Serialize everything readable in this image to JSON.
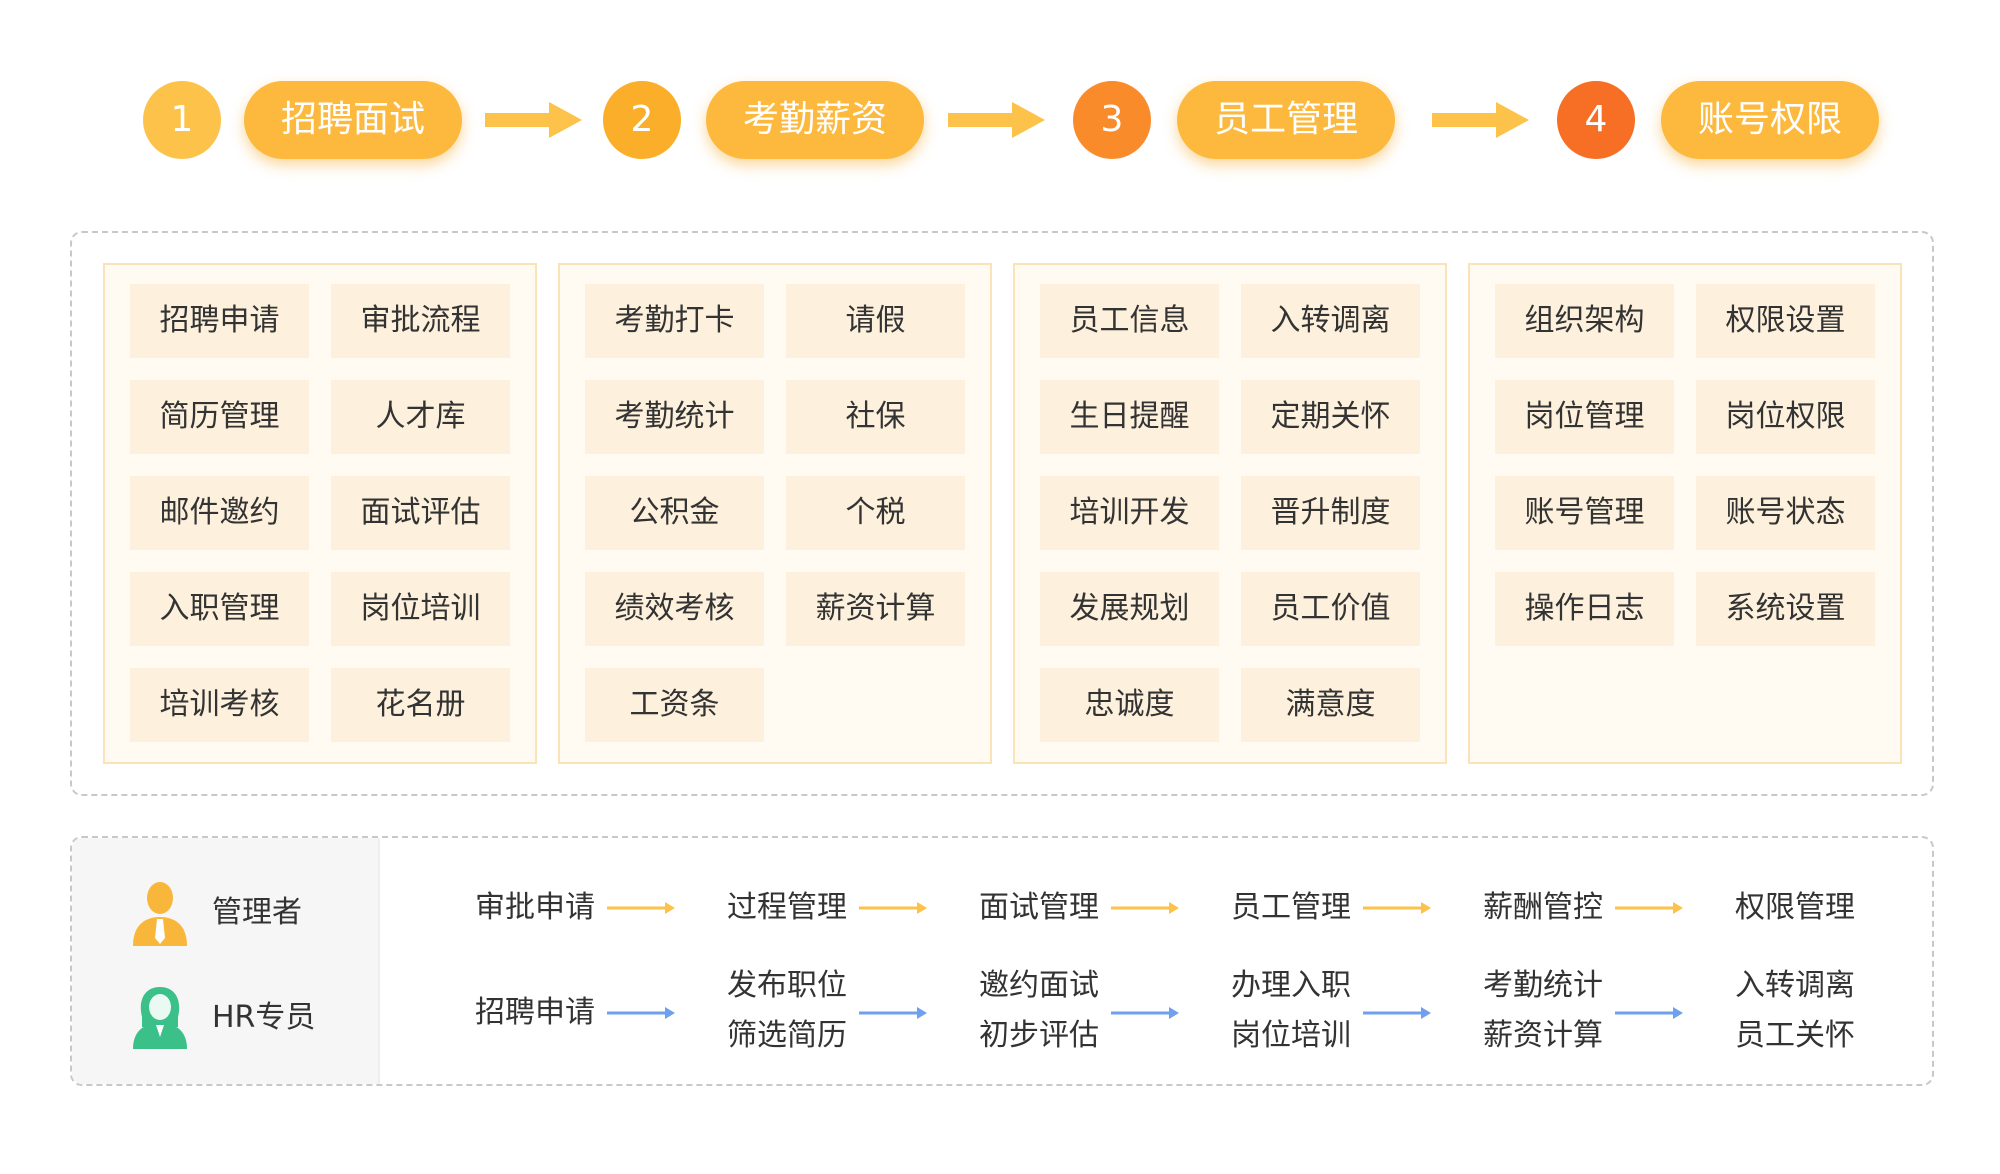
{
  "steps": [
    {
      "number": "1",
      "label": "招聘面试"
    },
    {
      "number": "2",
      "label": "考勤薪资"
    },
    {
      "number": "3",
      "label": "员工管理"
    },
    {
      "number": "4",
      "label": "账号权限"
    }
  ],
  "modules": [
    {
      "items": [
        "招聘申请",
        "审批流程",
        "简历管理",
        "人才库",
        "邮件邀约",
        "面试评估",
        "入职管理",
        "岗位培训",
        "培训考核",
        "花名册"
      ]
    },
    {
      "items": [
        "考勤打卡",
        "请假",
        "考勤统计",
        "社保",
        "公积金",
        "个税",
        "绩效考核",
        "薪资计算",
        "工资条"
      ]
    },
    {
      "items": [
        "员工信息",
        "入转调离",
        "生日提醒",
        "定期关怀",
        "培训开发",
        "晋升制度",
        "发展规划",
        "员工价值",
        "忠诚度",
        "满意度"
      ]
    },
    {
      "items": [
        "组织架构",
        "权限设置",
        "岗位管理",
        "岗位权限",
        "账号管理",
        "账号状态",
        "操作日志",
        "系统设置"
      ]
    }
  ],
  "roles": {
    "manager": {
      "label": "管理者",
      "icon": "manager-icon",
      "flow": [
        "审批申请",
        "过程管理",
        "面试管理",
        "员工管理",
        "薪酬管控",
        "权限管理"
      ]
    },
    "hr": {
      "label": "HR专员",
      "icon": "hr-specialist-icon",
      "flow": [
        [
          "招聘申请"
        ],
        [
          "发布职位",
          "筛选简历"
        ],
        [
          "邀约面试",
          "初步评估"
        ],
        [
          "办理入职",
          "岗位培训"
        ],
        [
          "考勤统计",
          "薪资计算"
        ],
        [
          "入转调离",
          "员工关怀"
        ]
      ]
    }
  },
  "colors": {
    "step_circles": [
      "#fcc24a",
      "#fbae29",
      "#f98b2a",
      "#f76f24"
    ],
    "pill": "#fcb93e",
    "step_arrow": "#fcc24a",
    "module_cell": "#fdf1dd",
    "module_border": "#fae3b6",
    "manager_arrow": "#fcc24a",
    "hr_arrow": "#6fa0f0",
    "manager_icon": "#f8b73b",
    "hr_icon": "#3bc08a"
  }
}
